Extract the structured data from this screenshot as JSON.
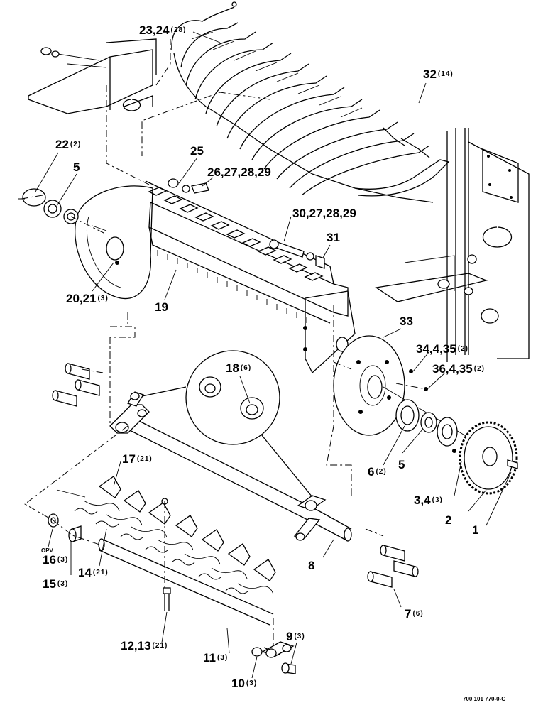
{
  "diagram": {
    "callouts": [
      {
        "num": "23,24",
        "qty": "(28)"
      },
      {
        "num": "32",
        "qty": "(14)"
      },
      {
        "num": "22",
        "qty": "(2)"
      },
      {
        "num": "5",
        "qty": ""
      },
      {
        "num": "25",
        "qty": ""
      },
      {
        "num": "26,27,28,29",
        "qty": ""
      },
      {
        "num": "30,27,28,29",
        "qty": ""
      },
      {
        "num": "31",
        "qty": ""
      },
      {
        "num": "20,21",
        "qty": "(3)"
      },
      {
        "num": "19",
        "qty": ""
      },
      {
        "num": "33",
        "qty": ""
      },
      {
        "num": "34,4,35",
        "qty": "(2)"
      },
      {
        "num": "36,4,35",
        "qty": "(2)"
      },
      {
        "num": "18",
        "qty": "(6)"
      },
      {
        "num": "17",
        "qty": "(21)"
      },
      {
        "num": "6",
        "qty": "(2)"
      },
      {
        "num": "5",
        "qty": ""
      },
      {
        "num": "3,4",
        "qty": "(3)"
      },
      {
        "num": "2",
        "qty": ""
      },
      {
        "num": "1",
        "qty": ""
      },
      {
        "num": "16",
        "qty": "(3)",
        "note": "OPV"
      },
      {
        "num": "15",
        "qty": "(3)"
      },
      {
        "num": "14",
        "qty": "(21)"
      },
      {
        "num": "8",
        "qty": ""
      },
      {
        "num": "7",
        "qty": "(6)"
      },
      {
        "num": "9",
        "qty": "(3)"
      },
      {
        "num": "12,13",
        "qty": "(21)"
      },
      {
        "num": "11",
        "qty": "(3)"
      },
      {
        "num": "10",
        "qty": "(3)"
      }
    ],
    "drawing_number": "700 101 770-0-G"
  }
}
